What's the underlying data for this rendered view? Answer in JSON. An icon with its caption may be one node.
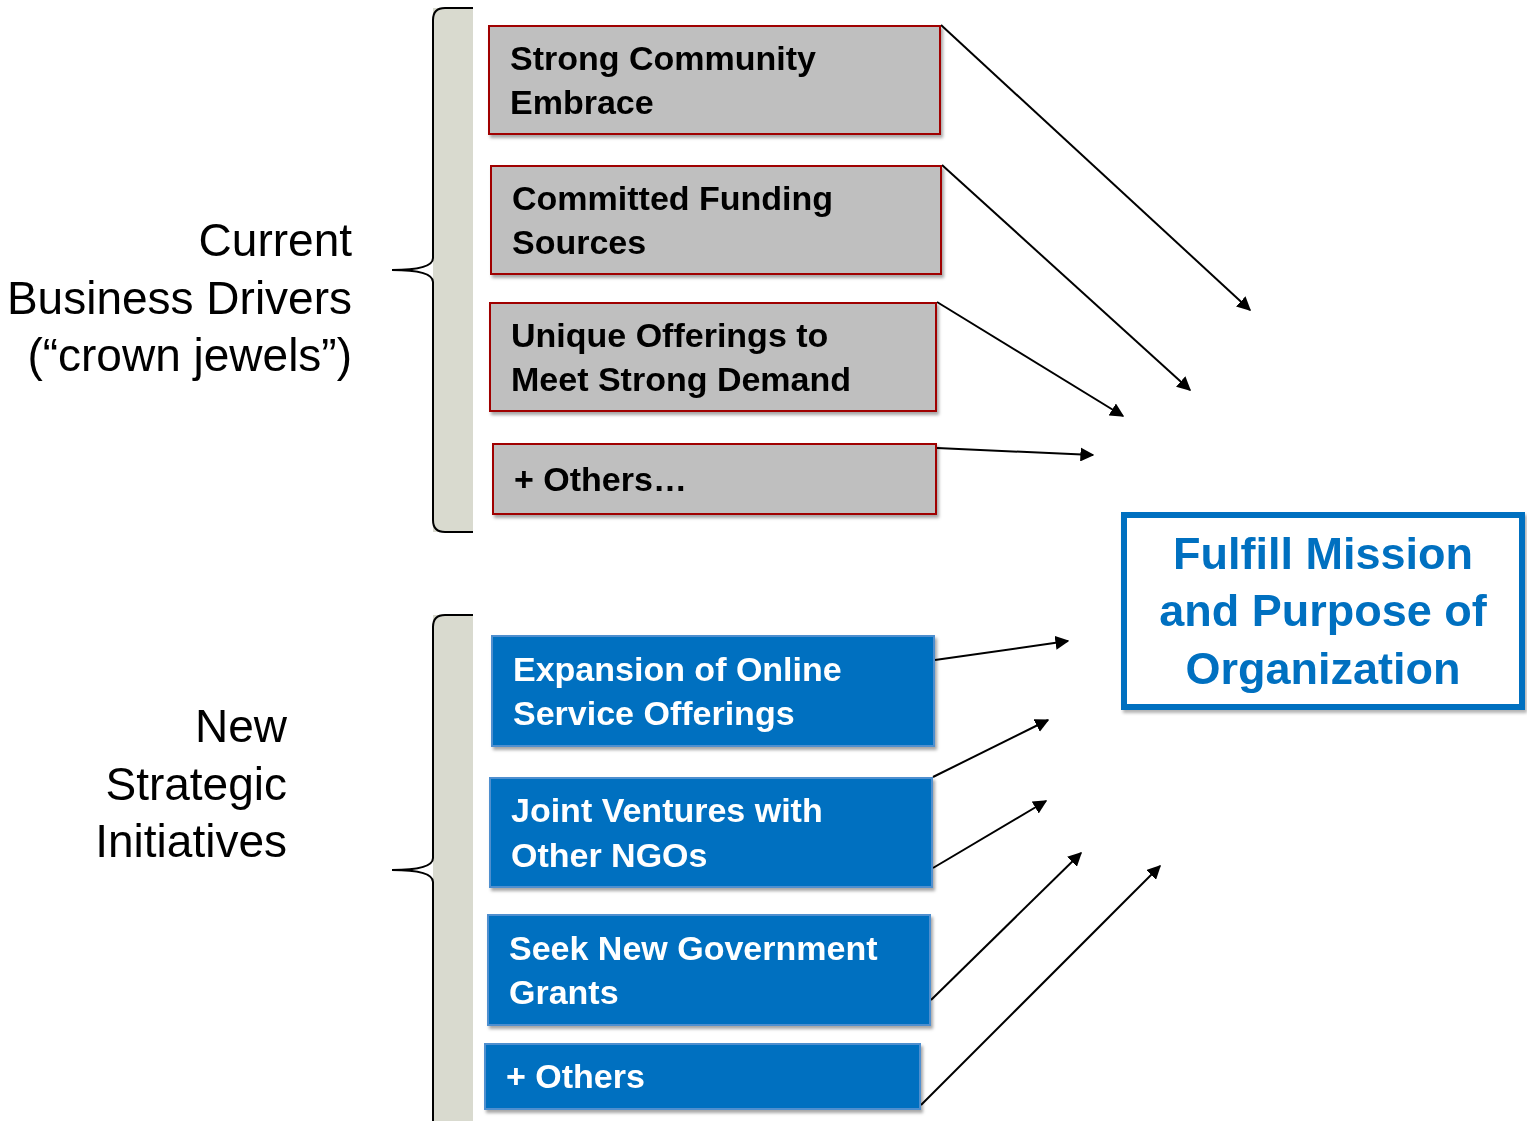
{
  "diagram": {
    "nodes": [
      {
        "text": [
          "Strong Community Embrace"
        ]
      },
      {
        "text": [
          "Committed Funding Sources"
        ]
      },
      {
        "text": [
          "Unique Offerings to Meet Strong Demand"
        ]
      },
      {
        "text": [
          "+ Others…"
        ]
      },
      {
        "text": [
          "Expansion of Online Service Offerings"
        ]
      },
      {
        "text": [
          "Joint Ventures with Other NGOs"
        ]
      },
      {
        "text": [
          "Seek New Government Grants"
        ]
      },
      {
        "text": [
          "+ Others"
        ]
      },
      {
        "text": [
          "Fulfill Mission and Purpose of Organization"
        ]
      }
    ],
    "edges": [
      {
        "from": 0,
        "to": null,
        "arrow": "to"
      },
      {
        "from": 1,
        "to": null,
        "arrow": "to"
      },
      {
        "from": 2,
        "to": null,
        "arrow": "to"
      },
      {
        "from": 3,
        "to": null,
        "arrow": "to"
      },
      {
        "from": 4,
        "to": null,
        "arrow": "to"
      },
      {
        "from": 5,
        "to": null,
        "arrow": "to"
      },
      {
        "from": 5,
        "to": null,
        "arrow": "to"
      },
      {
        "from": 6,
        "to": null,
        "arrow": "to"
      },
      {
        "from": 7,
        "to": null,
        "arrow": "to"
      }
    ],
    "labels": [
      "Current Business Drivers (“crown jewels”)",
      "New Strategic Initiatives"
    ]
  }
}
